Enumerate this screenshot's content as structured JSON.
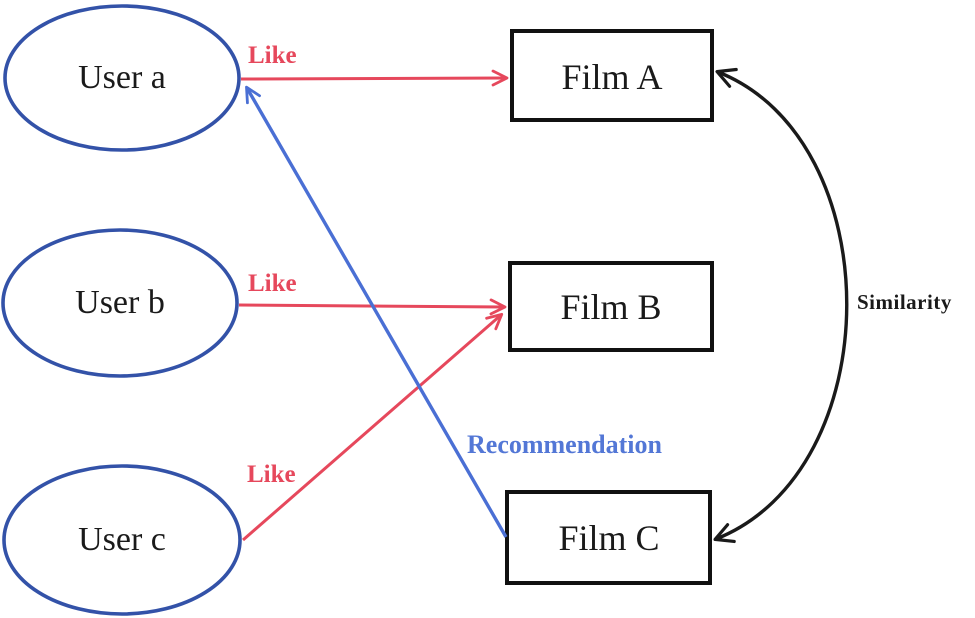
{
  "diagram": {
    "users": [
      {
        "label": "User a"
      },
      {
        "label": "User b"
      },
      {
        "label": "User c"
      }
    ],
    "films": [
      {
        "label": "Film A"
      },
      {
        "label": "Film B"
      },
      {
        "label": "Film C"
      }
    ],
    "edges": [
      {
        "from": "User a",
        "to": "Film A",
        "label": "Like",
        "type": "like"
      },
      {
        "from": "User b",
        "to": "Film B",
        "label": "Like",
        "type": "like"
      },
      {
        "from": "User c",
        "to": "Film B",
        "label": "Like",
        "type": "like"
      },
      {
        "from": "Film C",
        "to": "User a",
        "label": "Recommendation",
        "type": "recommendation"
      },
      {
        "from": "Film A",
        "to": "Film C",
        "label": "Similarity",
        "type": "similarity",
        "bidirectional": true
      }
    ],
    "colors": {
      "like": "#E6485C",
      "recommendation": "#4A6FD4",
      "recommendation_label": "#5377D6",
      "user_node_stroke": "#3352A8",
      "film_box_stroke": "#111111",
      "similarity": "#1A1A1A"
    }
  }
}
